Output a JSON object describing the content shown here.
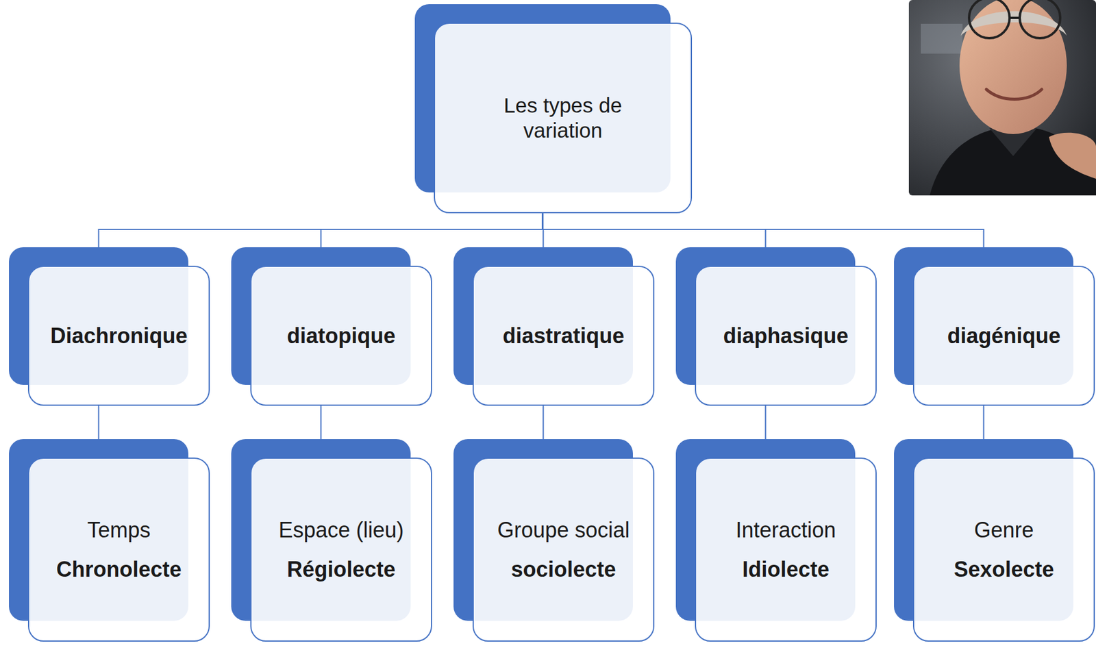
{
  "diagram": {
    "nodes": [
      {
        "text": [
          "Les types de variation"
        ]
      },
      {
        "text": [
          "Diachronique"
        ]
      },
      {
        "text": [
          "diatopique"
        ]
      },
      {
        "text": [
          "diastratique"
        ]
      },
      {
        "text": [
          "diaphasique"
        ]
      },
      {
        "text": [
          "diagénique"
        ]
      },
      {
        "text": [
          "Temps",
          "Chronolecte"
        ]
      },
      {
        "text": [
          "Espace (lieu)",
          "Régiolecte"
        ]
      },
      {
        "text": [
          "Groupe social",
          "sociolecte"
        ]
      },
      {
        "text": [
          "Interaction",
          "Idiolecte"
        ]
      },
      {
        "text": [
          "Genre",
          "Sexolecte"
        ]
      }
    ],
    "edges": [
      {
        "from": 0,
        "to": 1,
        "arrow": "none"
      },
      {
        "from": 0,
        "to": 2,
        "arrow": "none"
      },
      {
        "from": 0,
        "to": 3,
        "arrow": "none"
      },
      {
        "from": 0,
        "to": 4,
        "arrow": "none"
      },
      {
        "from": 0,
        "to": 5,
        "arrow": "none"
      },
      {
        "from": 1,
        "to": 6,
        "arrow": "none"
      },
      {
        "from": 2,
        "to": 7,
        "arrow": "none"
      },
      {
        "from": 3,
        "to": 8,
        "arrow": "none"
      },
      {
        "from": 4,
        "to": 9,
        "arrow": "none"
      },
      {
        "from": 5,
        "to": 10,
        "arrow": "none"
      }
    ]
  }
}
